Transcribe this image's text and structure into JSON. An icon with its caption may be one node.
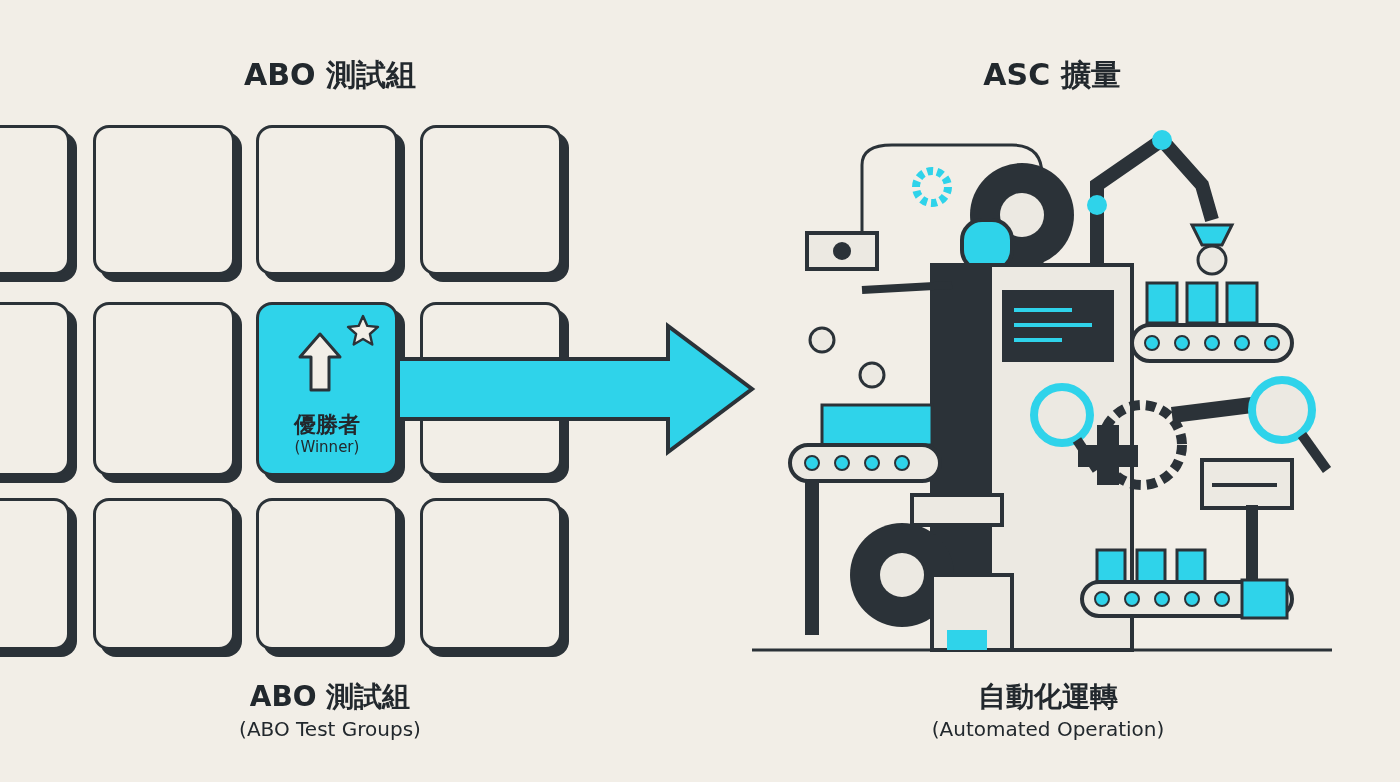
{
  "diagram": {
    "nodes": [
      {
        "text": [],
        "shape": "box"
      },
      {
        "text": [],
        "shape": "box"
      },
      {
        "text": [],
        "shape": "box"
      },
      {
        "text": [],
        "shape": "box"
      },
      {
        "text": [],
        "shape": "box"
      },
      {
        "text": [],
        "shape": "box"
      },
      {
        "text": [
          "優勝者",
          "(Winner)"
        ]
      },
      {
        "text": [],
        "shape": "box"
      },
      {
        "text": [],
        "shape": "box"
      },
      {
        "text": [],
        "shape": "box"
      },
      {
        "text": [],
        "shape": "box"
      },
      {
        "text": [],
        "shape": "box"
      },
      {
        "text": [],
        "shape": "picture"
      }
    ],
    "edges": [
      {
        "from": 6,
        "to": 12,
        "arrow": "to",
        "style": "thick",
        "color": "#2fd3ea"
      }
    ],
    "labels": [
      "ABO 測試組",
      "ASC 擴量",
      "ABO 測試組",
      "(ABO Test Groups)",
      "自動化運轉",
      "(Automated Operation)"
    ]
  }
}
